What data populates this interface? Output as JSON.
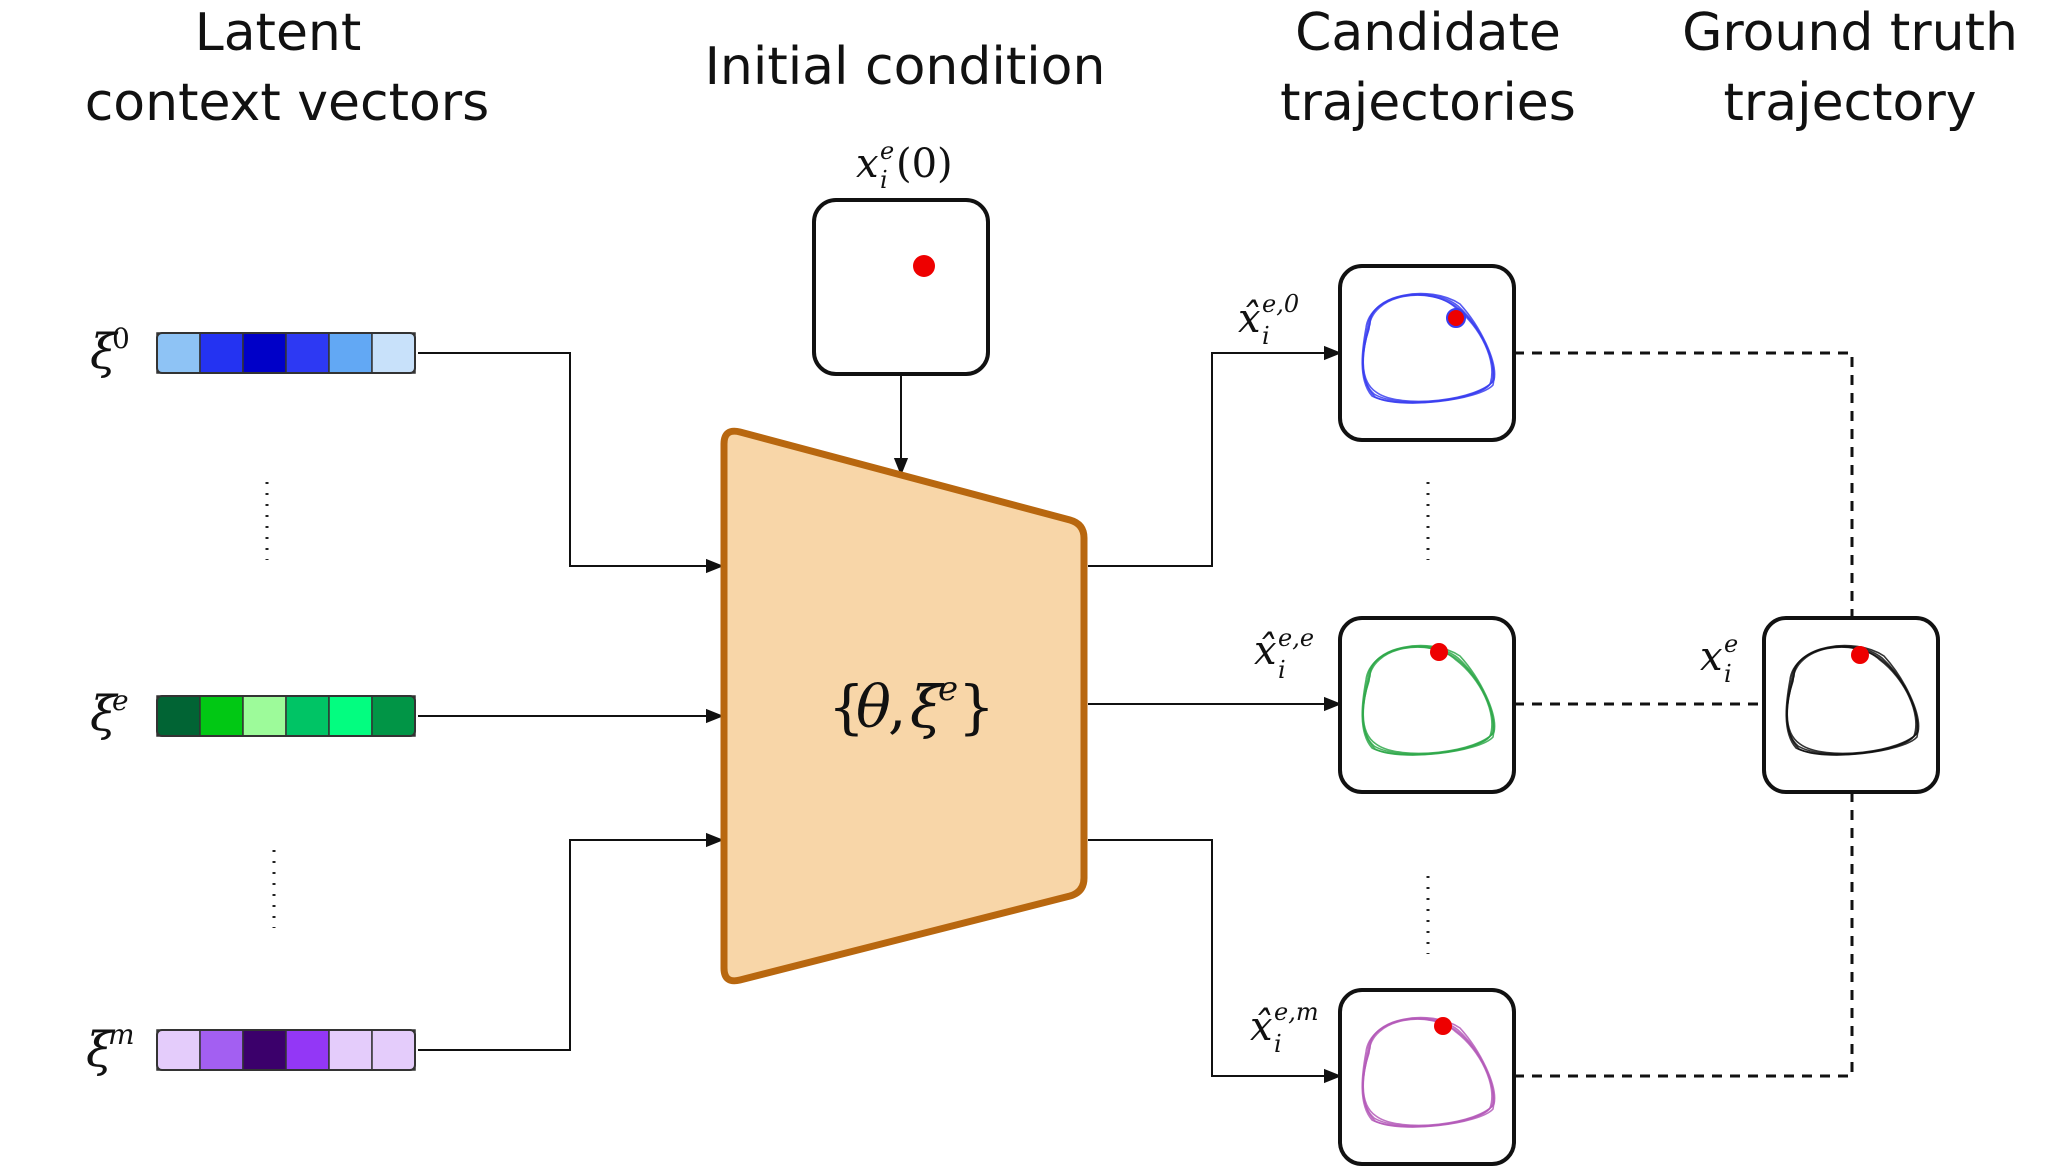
{
  "headings": {
    "latent": [
      "Latent",
      "context vectors"
    ],
    "initial": "Initial condition",
    "candidate": [
      "Candidate",
      "trajectories"
    ],
    "ground": [
      "Ground truth",
      "trajectory"
    ]
  },
  "latent_vectors": [
    {
      "symbol": "ξ",
      "sup": "0",
      "colors": [
        "#8ec3f5",
        "#2433f2",
        "#0000c8",
        "#2d39f3",
        "#62a8f4",
        "#c8e1fa"
      ]
    },
    {
      "symbol": "ξ",
      "sup": "e",
      "colors": [
        "#016434",
        "#01c814",
        "#9dfb9a",
        "#00c465",
        "#03fd80",
        "#019546"
      ]
    },
    {
      "symbol": "ξ",
      "sup": "m",
      "colors": [
        "#e4ccfb",
        "#a35ff2",
        "#3b006b",
        "#9337f6",
        "#e4ccfb",
        "#e4ccfb"
      ]
    }
  ],
  "initial_condition": {
    "symbol": "x",
    "sup": "e",
    "sub": "i",
    "arg": "(0)"
  },
  "model": {
    "open": "{",
    "theta": "θ",
    "comma": ",",
    "xi": "ξ",
    "sup": "e",
    "close": "}"
  },
  "candidates": [
    {
      "symbol": "x̂",
      "sup": "e,0",
      "sub": "i",
      "color": "#3a3ef0"
    },
    {
      "symbol": "x̂",
      "sup": "e,e",
      "sub": "i",
      "color": "#2fa84a"
    },
    {
      "symbol": "x̂",
      "sup": "e,m",
      "sub": "i",
      "color": "#b45bb8"
    }
  ],
  "ground_truth": {
    "symbol": "x",
    "sup": "e",
    "sub": "i",
    "color": "#111111"
  },
  "colors": {
    "model_fill": "#f8d6a8",
    "model_stroke": "#b8670f",
    "point": "#ee0000"
  }
}
